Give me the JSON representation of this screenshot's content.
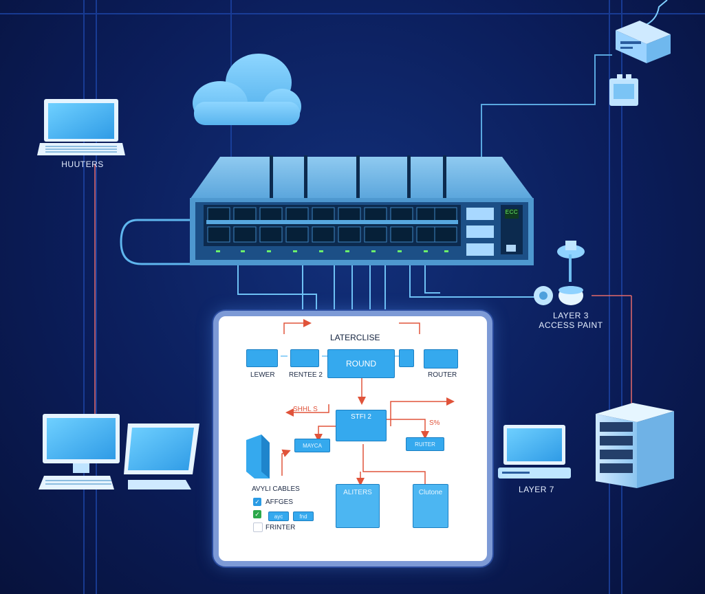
{
  "labels": {
    "top_left_device": "HUUTERS",
    "access_point": "LAYER 3\nACCESS PAINT",
    "bottom_right_device": "LAYER 7",
    "panel_title": "LATERCLISE",
    "panel_box_center": "ROUND",
    "panel_left1": "LEWER",
    "panel_left2": "RENTEE 2",
    "panel_right": "ROUTER",
    "panel_switch": "STFI 2",
    "panel_left_arrow": "SHHL S",
    "panel_right_mark": "S%",
    "panel_mayca": "MAYCA",
    "panel_router2": "RUITER",
    "panel_cables": "AVYLI CABLES",
    "panel_affges": "AFFGES",
    "panel_printer": "FRINTER",
    "panel_aliters": "ALITERS",
    "panel_clutone": "Clutone",
    "chip_a": "ayc",
    "chip_b": "fnd",
    "switch_small_text": "ECC"
  },
  "colors": {
    "bg": "#0b1d5a",
    "device_blue": "#58b8f0",
    "cable": "#5aa8e0",
    "arrow_red": "#e0533a",
    "panel_border": "#7d9ad6"
  }
}
